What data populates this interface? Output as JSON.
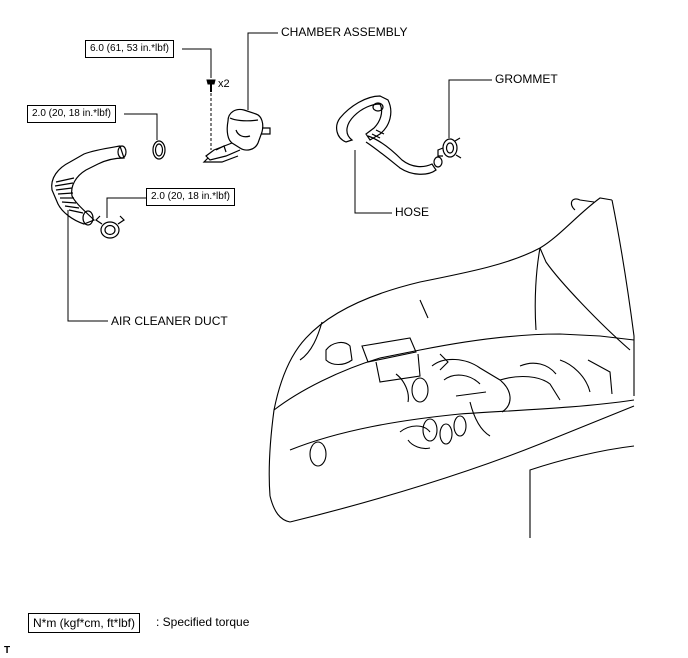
{
  "labels": {
    "chamber_assembly": "CHAMBER ASSEMBLY",
    "grommet": "GROMMET",
    "hose": "HOSE",
    "air_cleaner_duct": "AIR CLEANER DUCT",
    "bolt_qty": "x2"
  },
  "torques": {
    "chamber_bolts": "6.0 (61, 53 in.*lbf)",
    "duct_clamp_upper": "2.0 (20, 18 in.*lbf)",
    "duct_clamp_lower": "2.0 (20, 18 in.*lbf)"
  },
  "legend": {
    "unit_box": "N*m (kgf*cm, ft*lbf)",
    "description": ": Specified torque"
  },
  "corner_mark": "T"
}
